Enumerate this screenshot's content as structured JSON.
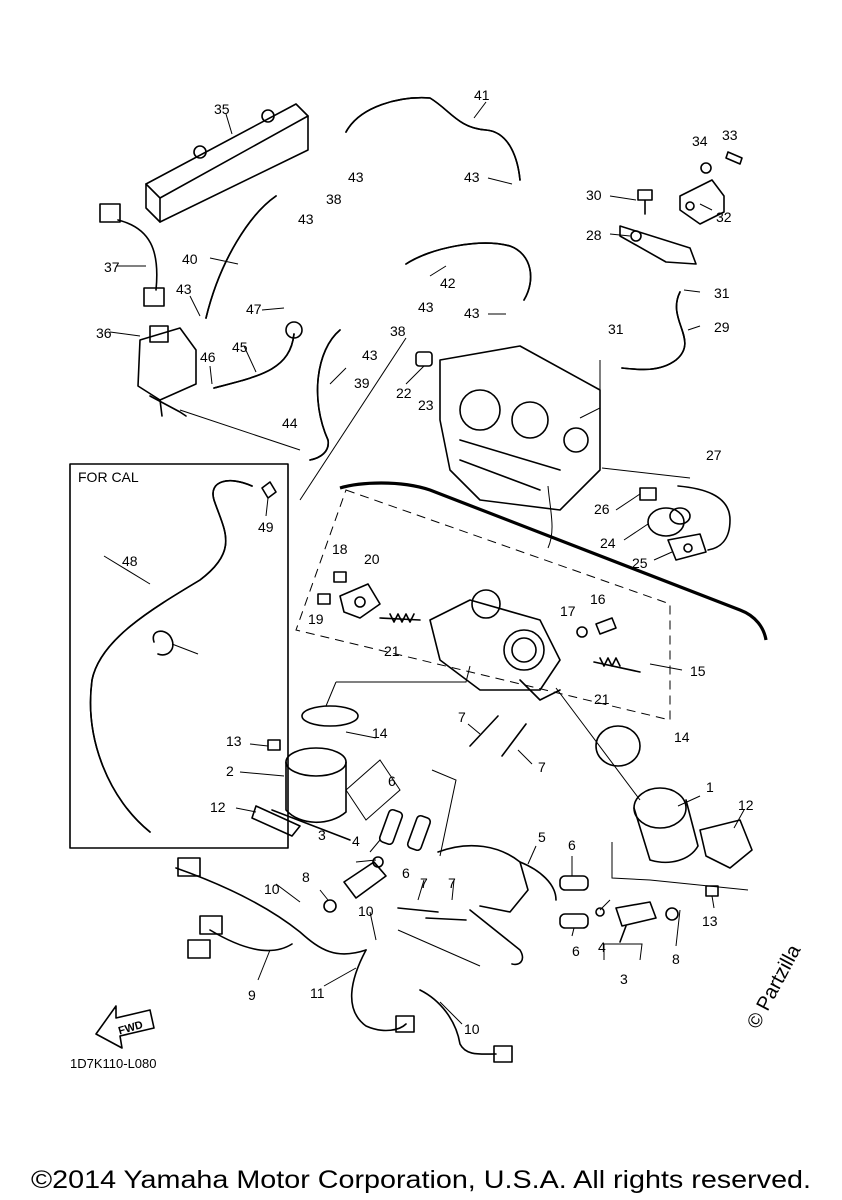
{
  "diagram_code": "1D7K110-L080",
  "copyright": "©2014 Yamaha Motor Corporation, U.S.A. All rights reserved.",
  "watermark": "© Partzilla",
  "inset_label": "FOR CAL",
  "fwd_label": "FWD",
  "callouts": [
    "1",
    "2",
    "3",
    "3",
    "4",
    "4",
    "5",
    "6",
    "6",
    "6",
    "6",
    "7",
    "7",
    "7",
    "7",
    "8",
    "8",
    "9",
    "10",
    "10",
    "10",
    "11",
    "12",
    "12",
    "13",
    "13",
    "14",
    "14",
    "15",
    "16",
    "17",
    "18",
    "19",
    "20",
    "21",
    "21",
    "22",
    "23",
    "24",
    "25",
    "26",
    "27",
    "28",
    "29",
    "30",
    "31",
    "31",
    "32",
    "33",
    "34",
    "35",
    "36",
    "37",
    "38",
    "38",
    "39",
    "40",
    "41",
    "42",
    "43",
    "43",
    "43",
    "43",
    "43",
    "43",
    "43",
    "44",
    "45",
    "46",
    "47",
    "48",
    "49"
  ]
}
